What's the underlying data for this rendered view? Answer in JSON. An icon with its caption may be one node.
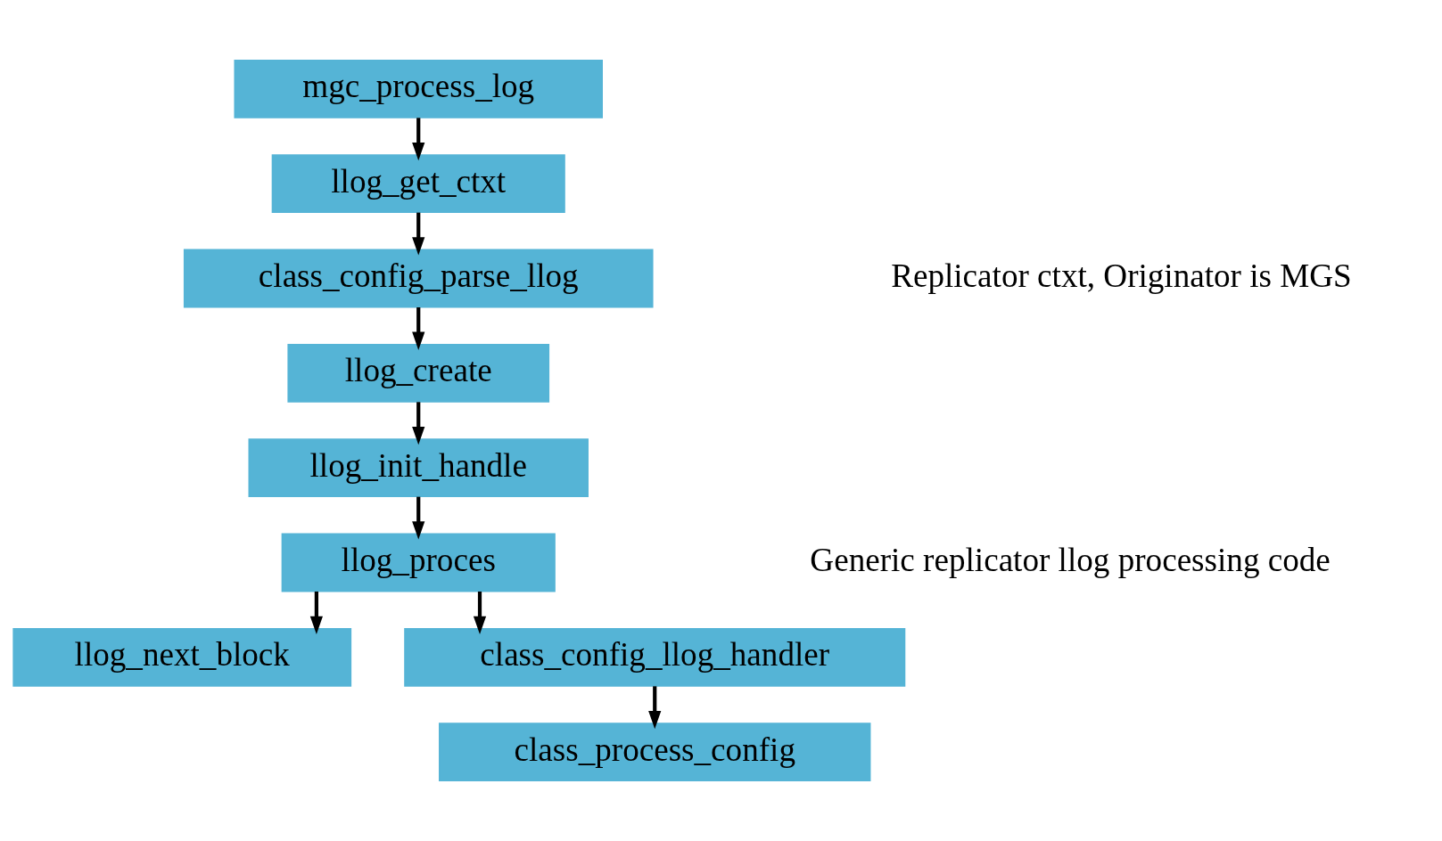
{
  "diagram": {
    "nodes": [
      {
        "text": [
          "mgc_process_log"
        ]
      },
      {
        "text": [
          "llog_get_ctxt"
        ]
      },
      {
        "text": [
          "class_config_parse_llog"
        ]
      },
      {
        "text": [
          "llog_create"
        ]
      },
      {
        "text": [
          "llog_init_handle"
        ]
      },
      {
        "text": [
          "llog_proces"
        ]
      },
      {
        "text": [
          "llog_next_block"
        ]
      },
      {
        "text": [
          "class_config_llog_handler"
        ]
      },
      {
        "text": [
          "class_process_config"
        ]
      }
    ],
    "edges": [
      {
        "from": 0,
        "to": 1,
        "arrow": "to"
      },
      {
        "from": 1,
        "to": 2,
        "arrow": "to"
      },
      {
        "from": 2,
        "to": 3,
        "arrow": "to"
      },
      {
        "from": 3,
        "to": 4,
        "arrow": "to"
      },
      {
        "from": 4,
        "to": 5,
        "arrow": "to"
      },
      {
        "from": 5,
        "to": 6,
        "arrow": "to"
      },
      {
        "from": 5,
        "to": 7,
        "arrow": "to"
      },
      {
        "from": 7,
        "to": 8,
        "arrow": "to"
      }
    ],
    "labels": [
      "Replicator ctxt, Originator is MGS",
      "Generic replicator llog processing code"
    ]
  }
}
